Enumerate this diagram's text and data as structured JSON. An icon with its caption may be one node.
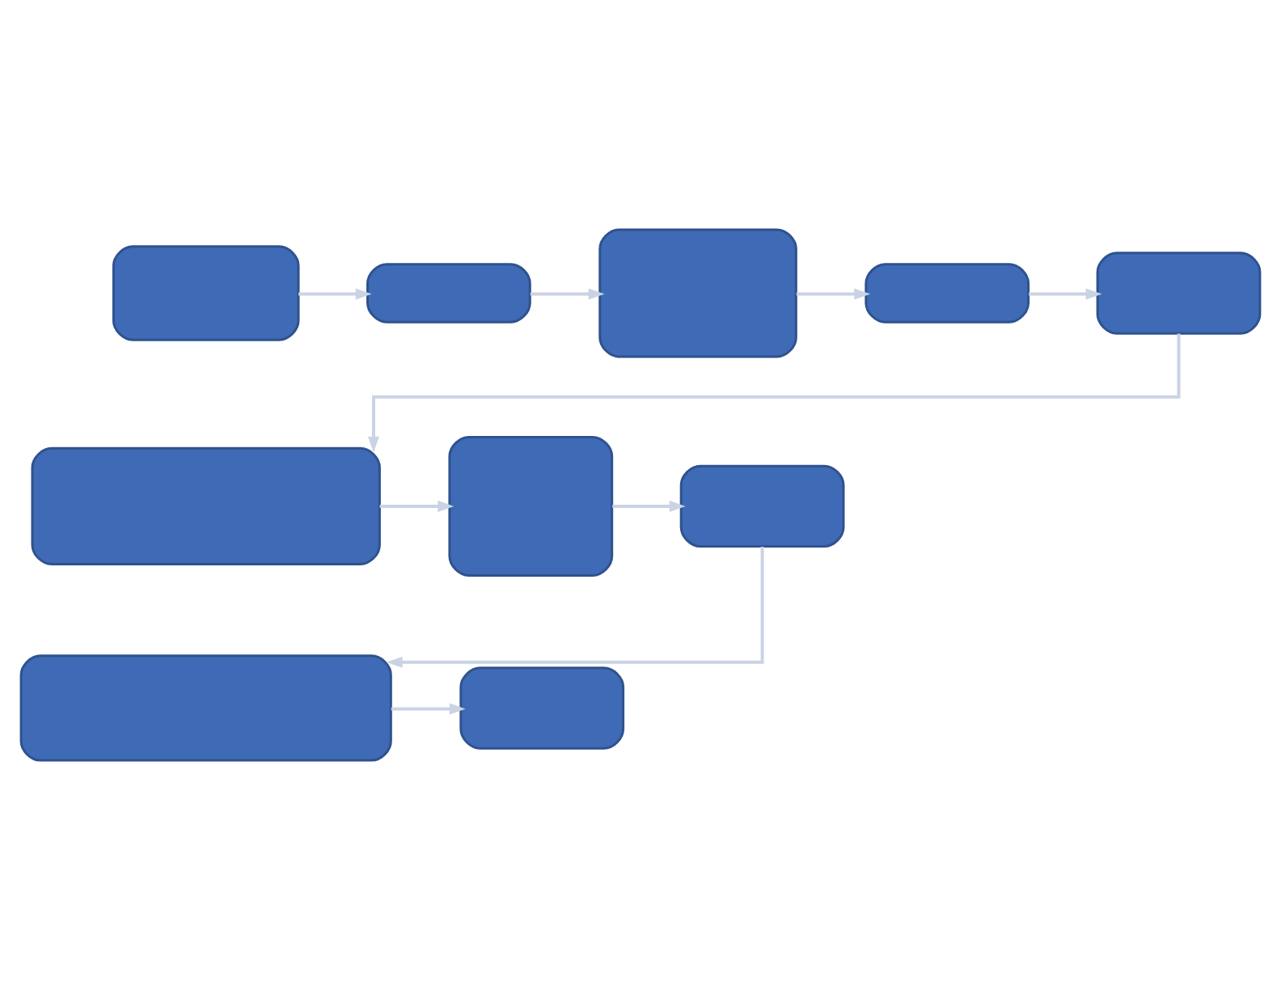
{
  "diagram": {
    "nodes": [
      {
        "text": [],
        "shape": "box"
      },
      {
        "text": [],
        "shape": "box"
      },
      {
        "text": [],
        "shape": "box"
      },
      {
        "text": [],
        "shape": "box"
      },
      {
        "text": [],
        "shape": "box"
      },
      {
        "text": [],
        "shape": "box"
      },
      {
        "text": [],
        "shape": "box"
      },
      {
        "text": [],
        "shape": "box"
      },
      {
        "text": [],
        "shape": "box"
      },
      {
        "text": [],
        "shape": "box"
      }
    ],
    "edges": [
      {
        "from": 0,
        "to": 1,
        "arrow": "to"
      },
      {
        "from": 1,
        "to": 2,
        "arrow": "to"
      },
      {
        "from": 2,
        "to": 3,
        "arrow": "to"
      },
      {
        "from": 3,
        "to": 4,
        "arrow": "to"
      },
      {
        "from": 4,
        "to": 5,
        "arrow": "to"
      },
      {
        "from": 5,
        "to": 6,
        "arrow": "to"
      },
      {
        "from": 6,
        "to": 7,
        "arrow": "to"
      },
      {
        "from": 7,
        "to": 8,
        "arrow": "to"
      },
      {
        "from": 8,
        "to": 9,
        "arrow": "to"
      }
    ]
  }
}
